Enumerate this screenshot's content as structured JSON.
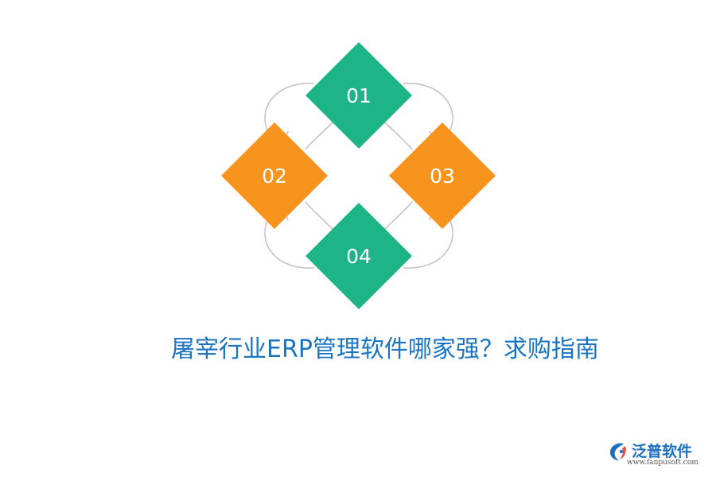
{
  "diagram": {
    "nodes": [
      {
        "label": "01",
        "color": "#1db587"
      },
      {
        "label": "02",
        "color": "#f7941d"
      },
      {
        "label": "03",
        "color": "#f7941d"
      },
      {
        "label": "04",
        "color": "#1db587"
      }
    ],
    "connector_color": "#c4c4c4"
  },
  "title": "屠宰行业ERP管理软件哪家强？求购指南",
  "brand": {
    "name": "泛普软件",
    "url": "www.fanpusoft.com",
    "logo_icon": "fanpu-logo-icon",
    "color": "#1e6fc0"
  }
}
